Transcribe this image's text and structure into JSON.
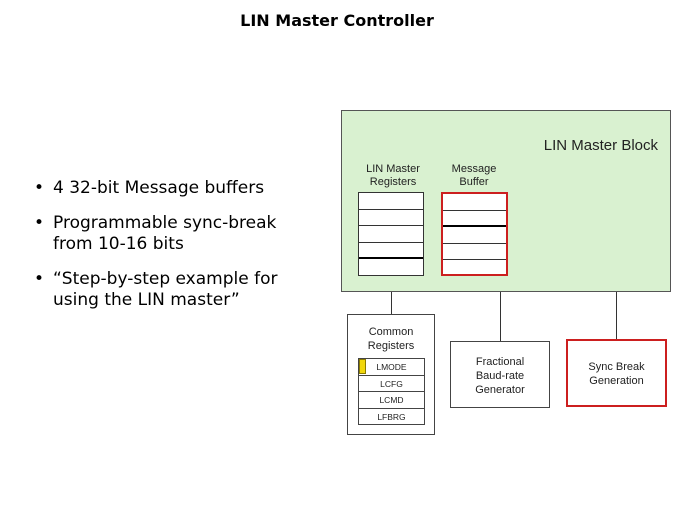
{
  "title": "LIN Master Controller",
  "bullets": [
    {
      "lines": [
        "4 32-bit Message buffers"
      ]
    },
    {
      "lines": [
        "Programmable sync-break",
        "from 10-16 bits"
      ]
    },
    {
      "lines": [
        "“Step-by-step example for",
        "using the LIN master”"
      ]
    }
  ],
  "bullet_glyph": "•",
  "diagram": {
    "master_block": {
      "label": "LIN Master Block",
      "fill_color": "#d9f1d0",
      "registers_label": [
        "LIN Master",
        "Registers"
      ],
      "buffer_label": [
        "Message",
        "Buffer"
      ],
      "register_rows": 5,
      "buffer_rows": 5,
      "buffer_highlight_color": "#cc1f1f"
    },
    "common_registers": {
      "label": [
        "Common",
        "Registers"
      ],
      "rows": [
        "LMODE",
        "LCFG",
        "LCMD",
        "LFBRG"
      ],
      "highlight_row": "LMODE",
      "highlight_color": "#f1d70c"
    },
    "baud_generator": {
      "label": [
        "Fractional",
        "Baud-rate",
        "Generator"
      ]
    },
    "sync_break": {
      "label": [
        "Sync Break",
        "Generation"
      ],
      "highlight_color": "#cc1f1f"
    }
  }
}
